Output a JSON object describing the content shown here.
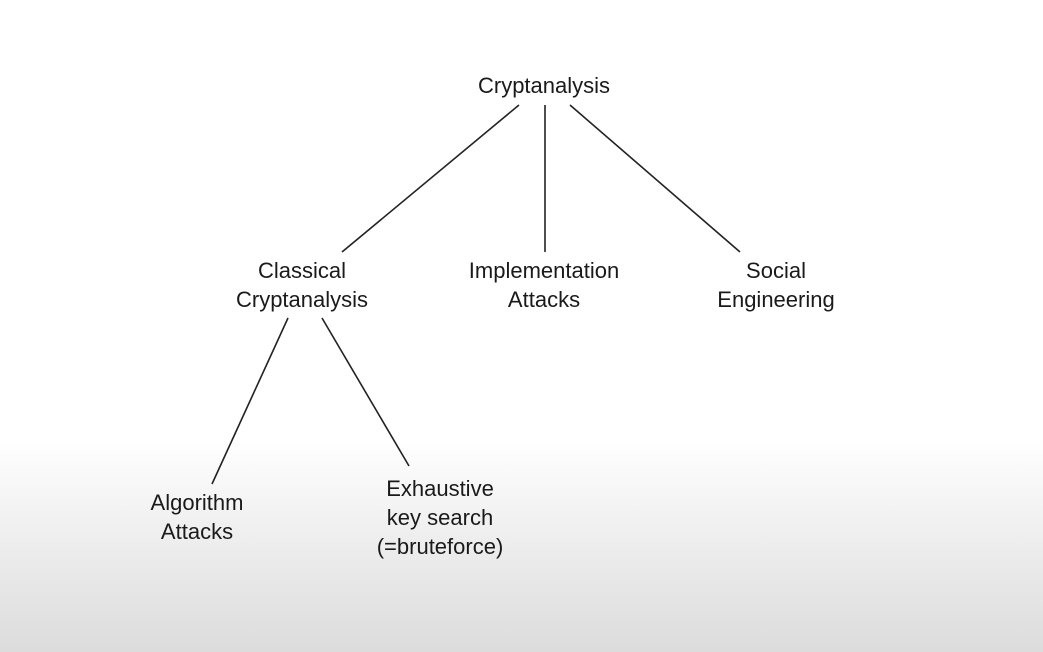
{
  "diagram": {
    "root": {
      "lines": [
        "Cryptanalysis"
      ]
    },
    "children": [
      {
        "lines": [
          "Classical",
          "Cryptanalysis"
        ],
        "children": [
          {
            "lines": [
              "Algorithm",
              "Attacks"
            ]
          },
          {
            "lines": [
              "Exhaustive",
              "key search",
              "(=bruteforce)"
            ]
          }
        ]
      },
      {
        "lines": [
          "Implementation",
          "Attacks"
        ]
      },
      {
        "lines": [
          "Social",
          "Engineering"
        ]
      }
    ]
  }
}
